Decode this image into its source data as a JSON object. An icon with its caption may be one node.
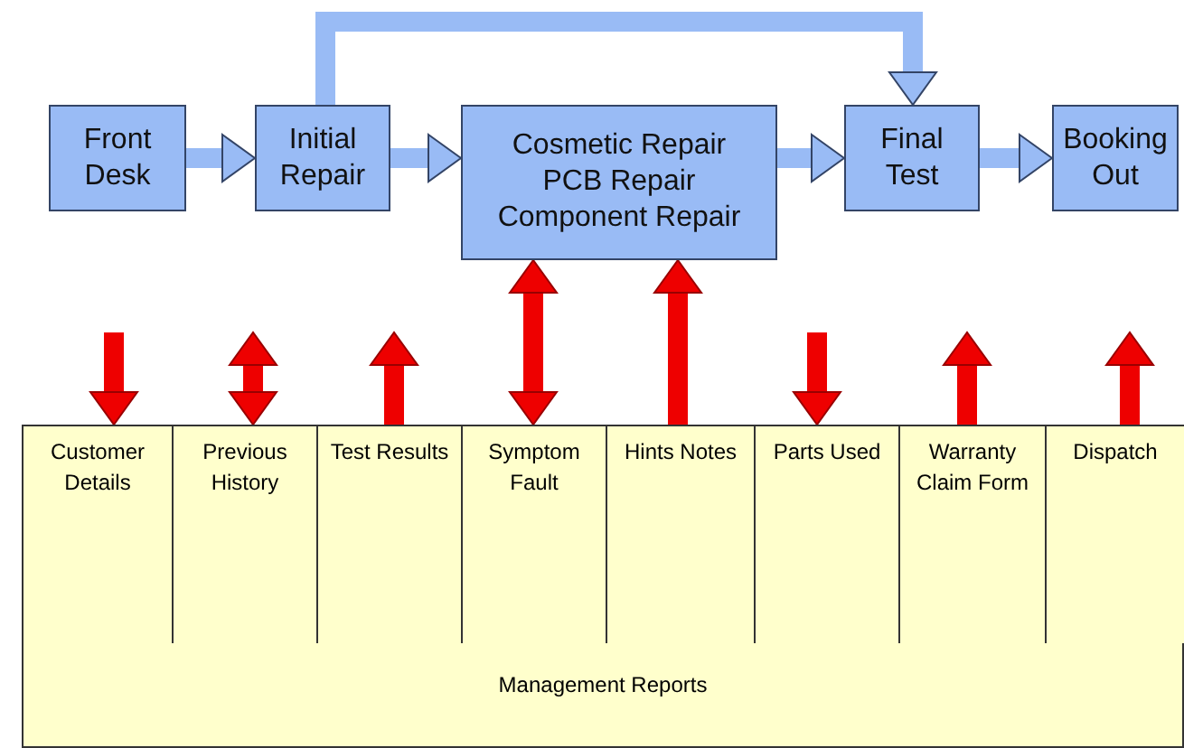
{
  "diagram": {
    "nodes": [
      {
        "text": [
          "Front Desk"
        ]
      },
      {
        "text": [
          "Initial Repair"
        ]
      },
      {
        "text": [
          "Cosmetic Repair",
          "PCB Repair",
          "Component Repair"
        ]
      },
      {
        "text": [
          "Final Test"
        ]
      },
      {
        "text": [
          "Booking Out"
        ]
      },
      {
        "text": [
          "Management Reports"
        ]
      },
      {
        "text": [
          "Customer Details"
        ],
        "in": 5
      },
      {
        "text": [
          "Previous History"
        ],
        "in": 5
      },
      {
        "text": [
          "Test Results"
        ],
        "in": 5
      },
      {
        "text": [
          "Symptom Fault"
        ],
        "in": 5
      },
      {
        "text": [
          "Hints Notes"
        ],
        "in": 5
      },
      {
        "text": [
          "Parts Used"
        ],
        "in": 5
      },
      {
        "text": [
          "Warranty Claim Form"
        ],
        "in": 5
      },
      {
        "text": [
          "Dispatch"
        ],
        "in": 5
      }
    ],
    "edges": [
      {
        "from": 0,
        "to": 1,
        "arrow": "to",
        "color": "#99bbf5"
      },
      {
        "from": 1,
        "to": 2,
        "arrow": "to",
        "color": "#99bbf5"
      },
      {
        "from": 2,
        "to": 3,
        "arrow": "to",
        "color": "#99bbf5"
      },
      {
        "from": 3,
        "to": 4,
        "arrow": "to",
        "color": "#99bbf5"
      },
      {
        "from": 1,
        "to": 3,
        "arrow": "to",
        "color": "#99bbf5"
      },
      {
        "from": null,
        "to": 6,
        "arrow": "to",
        "color": "#ee0000"
      },
      {
        "from": null,
        "to": 7,
        "arrow": "both",
        "color": "#ee0000"
      },
      {
        "from": 8,
        "to": null,
        "arrow": "to",
        "color": "#ee0000"
      },
      {
        "from": 2,
        "to": 9,
        "arrow": "both",
        "color": "#ee0000"
      },
      {
        "from": 10,
        "to": 2,
        "arrow": "to",
        "color": "#ee0000"
      },
      {
        "from": null,
        "to": 11,
        "arrow": "to",
        "color": "#ee0000"
      },
      {
        "from": 12,
        "to": null,
        "arrow": "to",
        "color": "#ee0000"
      },
      {
        "from": 13,
        "to": null,
        "arrow": "to",
        "color": "#ee0000"
      }
    ]
  }
}
